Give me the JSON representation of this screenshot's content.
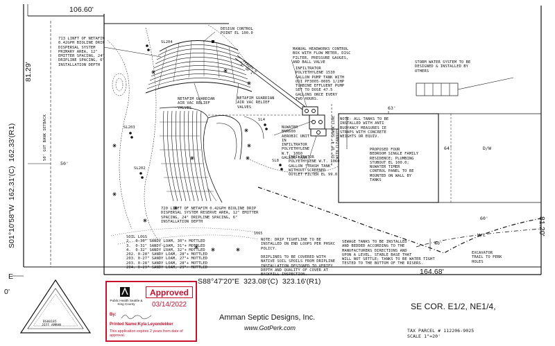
{
  "dimensions": {
    "north_top": "106.60'",
    "east_west_left": "S01°10'58\"W  162.31'(C)  162.33'(R1)",
    "depth_left": "81.29'",
    "south_bottom": "S88°47'20\"E  323.08'(C)  323.16'(R1)",
    "south_right": "164.68'",
    "fifty_left": "50'",
    "setback": "50' GUT BANK SETBACK",
    "dim_63": "63'",
    "dim_64": "64'",
    "dim_60": "60'",
    "dim_40": "40'",
    "dim_0": "0'",
    "dim_east_cut": "81.20'",
    "dim_west_cut": "E"
  },
  "labels": {
    "design_control": "DESIGN CONTROL\nPOINT EL 100.0",
    "sl204": "SL204",
    "sl203": "SL203",
    "sl202": "SL202",
    "sl4": "SL4",
    "sl8": "SL8",
    "drip_primary": "713 LINFT OF NETAFIM\n0.42GPH BIOLINE DRIP\nDISPERSAL SYSTEM\nPRIMARY AREA, 12\"\nEMITTER SPACING, 24\"\nDRIPLINE SPACING, 6\"\nINSTALLATION DEPTH",
    "guardian_left": "NETAFIM GUARDIAN\nAIR VAC RELIEF\nVALVES",
    "guardian_right": "NETAFIM GUARDIAN\nAIR VAC RELIEF\nVALVES",
    "feeder": "FEEDER &\n4' OF 1\"",
    "headworks": "MANUAL HEADWORKS CONTROL\nBOX WITH FLOW METER, DISC\nFILTER, PRESSURE GAUGES,\nAND BALL VALVE",
    "infiltrator_pump": "INFILTRATOR\nPOLYETHYLENE 1530\nGALLON PUMP TANK WITH\nOUI PF3005-0005 1/2HP\nTURBINE EFFLUENT PUMP\nSET TO DOSE 47.5\nGALLONS ONCE EVERY\nTWO HOURS.",
    "sewer": "18\" OF 4\" SEWER LINE\nWITH CLEANOUTS",
    "nuwater": "NUWATER\nBNR600\nAEROBIC UNIT\nIN\nINFILTRATOR\nPOLYETHYLENE\nW.T. 1060\nGALLON TANK",
    "infiltrator_trash": "INFILTRATOR\nPOLYETHYLENE W.T. 1060\nGALLON \"TRASH TANK\"\nWITHOUT SCREENED\nOUTLET FILTER EL 99.0",
    "tank_note": "NOTE: ALL TANKS TO BE\nINSTALLED WITH ANTI\nBUOYANCY MEASURES IE\nSTRAPS WITH CONCRETE\nWEIGHTS OR EQUIV.",
    "residence": "PROPOSED FOUR\nBEDROOM SINGLE FAMILY\nRESIDENCE; PLUMBING\nSTUBOUT EL 100.0;\nNUWATER TIMER\nCONTROL PANEL TO BE\nMOUNTED ON WALL BY\nTANKS",
    "storm": "STORM WATER SYSTEM TO BE\nDESIGNED & INSTALLED BY\nOTHERS",
    "dw": "D/W",
    "drip_reserve": "720 LINFT OF NETAFIM 0.42GPH BIOLINE DRIP\nDISPERSAL SYSTEM RESERVE AREA, 12\" EMITTER\nSPACING, 24\" DRIPLINE SPACING, 6\"\nINSTALLATION DEPTH",
    "soil_logs": "SOIL LOGS\n2.  0-30\" SANDY LOAM, 30\"+ MOTTLED\n3.  0-31\" SANDY LOAM, 31\"+ MOTTLED\n4.  0-32\" SANDY LOAM, 32\"+ MOTTLED\n202. 0-28\" SANDY LOAM, 28\"+ MOTTLED\n203. 0-27\" SANDY LOAM, 27\"+ MOTTLED\n203. 0-28\" SANDY LOAM, 28\"+ MOTTLED\n204. 0-29\" SANDY LOAM, 29\"+ MOTTLED",
    "drip_note": "NOTE: DRIP TIGHTLINE TO BE\nINSTALLED ON END LOOPS PER PHSKC\nPOLICY.\n\nDRIPLINES TO BE COVERED WITH\nNATIVE SOIL SPOILS FROM DRIPLINE\nINSTALLATION DESIGNED TO VERIFY\nDEPTH AND QUALITY OF COVER AT\nBACKFILL INSPECTION.",
    "sewage_note": "SEWAGE TANKS TO BE INSTALLED\nAND BEDDED ACCORDING TO THE\nMANUFACTURERS DIRECTIONS AND\nUPON A LEVEL, STABLE BASE THAT\nWILL NOT SETTLE; TANKS TO BE WATER TIGHT\nTESTED TO THE BOTTOM OF THE RISERS.",
    "excavator": "EXCAVATOR\nTRAIL TO PERK\nHOLES",
    "wl": "W/L",
    "contour_1065": "1065"
  },
  "approval": {
    "status": "Approved",
    "date": "03/14/2022",
    "org": "Public Health\nSeattle & King County",
    "by_label": "By:",
    "printed_name": "Printed Name:Kyla Leyendekker",
    "expiry": "This application expires 2 years from\ndate of approval."
  },
  "designer": {
    "name": "Amman Septic Designs, Inc.",
    "url": "www.GotPerk.com"
  },
  "stamp": {
    "id": "BS00185",
    "name": "JEFF AMMAN"
  },
  "corner": "SE COR. E1/2, NE1/4,",
  "tax_parcel": "TAX PARCEL # 112206-9025",
  "scale": "SCALE 1\"=20'",
  "colors": {
    "approval_red": "#c8102e",
    "ink": "#111111"
  }
}
